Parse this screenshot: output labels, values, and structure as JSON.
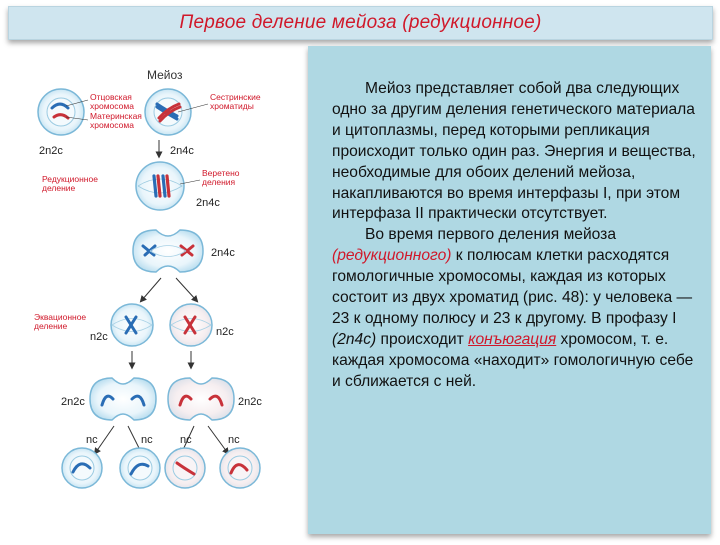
{
  "title": "Первое деление мейоза (редукционное)",
  "figure": {
    "heading": "Мейоз",
    "labels": {
      "paternal": [
        "Отцовская",
        "хромосома"
      ],
      "maternal": [
        "Материнская",
        "хромосома"
      ],
      "sister": [
        "Сестринские",
        "хроматиды"
      ],
      "spindle": [
        "Веретено",
        "деления"
      ],
      "reductional": [
        "Редукционное",
        "деление"
      ],
      "equational": [
        "Эквационное",
        "деление"
      ]
    },
    "formulas": {
      "cell1": "2n2c",
      "cell2": "2n4c",
      "cell3": "2n4c",
      "cell4": "2n4c",
      "eq_left": "n2c",
      "eq_right": "n2c",
      "dividing_left": "2n2c",
      "dividing_right": "2n2c",
      "final": [
        "nc",
        "nc",
        "nc",
        "nc"
      ]
    }
  },
  "text": {
    "p1": "Мейоз представляет собой два следующих одно за другим деления генетического материала и цитоплазмы, перед которыми репликация происходит только один раз. Энергия и вещества, необходимые для обоих делений мейоза, накапливаются во время интерфазы I, при этом интерфаза II практически отсутствует.",
    "p2_a": "Во время первого деления мейоза ",
    "p2_b": "(редукционного)",
    "p2_c": " к полюсам клетки расходятся гомологичные хромосомы, каждая из которых состоит из двух хроматид (рис. 48): у человека — 23 к одному полюсу и 23 к другому. В профазу I ",
    "p2_d": "(2n4c)",
    "p2_e": " происходит ",
    "p2_f": "конъюгация",
    "p2_g": " хромосом, т. е. каждая хромосома «находит» гомологичную себе и сближается с ней."
  },
  "colors": {
    "title": "#d0182a",
    "panel": "#afd8e3",
    "paternal": "#2a6db5",
    "maternal": "#c8323a",
    "label_red": "#d0182a"
  }
}
